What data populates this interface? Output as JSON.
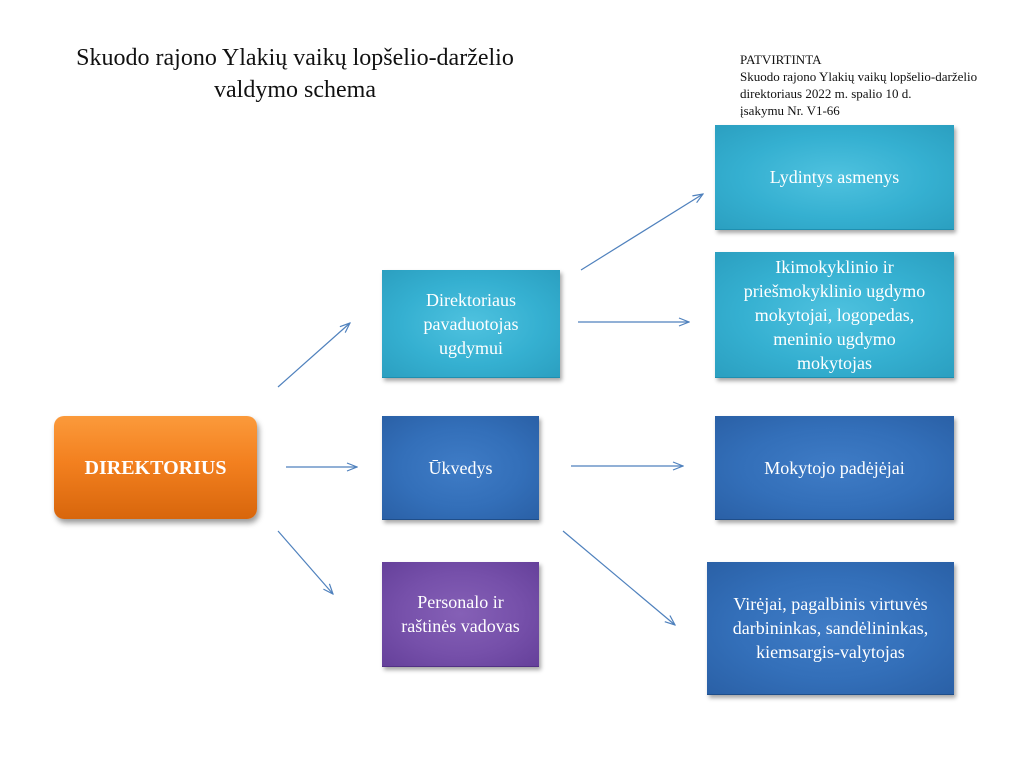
{
  "title": {
    "line1": "Skuodo rajono Ylakių vaikų lopšelio-darželio",
    "line2": "valdymo schema"
  },
  "approval": {
    "line1": "PATVIRTINTA",
    "line2": "Skuodo rajono Ylakių vaikų lopšelio-darželio",
    "line3": "direktoriaus 2022 m. spalio 10 d.",
    "line4": "įsakymu Nr. V1-66"
  },
  "boxes": {
    "director": {
      "label": "DIREKTORIUS",
      "color": "#f3801f"
    },
    "deputy": {
      "line1": "Direktoriaus",
      "line2": "pavaduotojas",
      "line3": "ugdymui",
      "color": "#35b0d1"
    },
    "ukvedys": {
      "label": "Ūkvedys",
      "color": "#336fb9"
    },
    "personnel": {
      "line1": "Personalo ir",
      "line2": "raštinės vadovas",
      "color": "#7650aa"
    },
    "assistants": {
      "label": "Lydintys asmenys",
      "color": "#35b0d1"
    },
    "teachers": {
      "line1": "Ikimokyklinio ir",
      "line2": "priešmokyklinio ugdymo",
      "line3": "mokytojai, logopedas,",
      "line4": "meninio ugdymo",
      "line5": "mokytojas",
      "color": "#35b0d1"
    },
    "teacher_assistants": {
      "label": "Mokytojo padėjėjai",
      "color": "#336fb9"
    },
    "kitchen": {
      "line1": "Virėjai, pagalbinis virtuvės",
      "line2": "darbininkas, sandėlininkas,",
      "line3": "kiemsargis-valytojas",
      "color": "#336fb9"
    }
  },
  "arrow_color": "#4f81bd"
}
